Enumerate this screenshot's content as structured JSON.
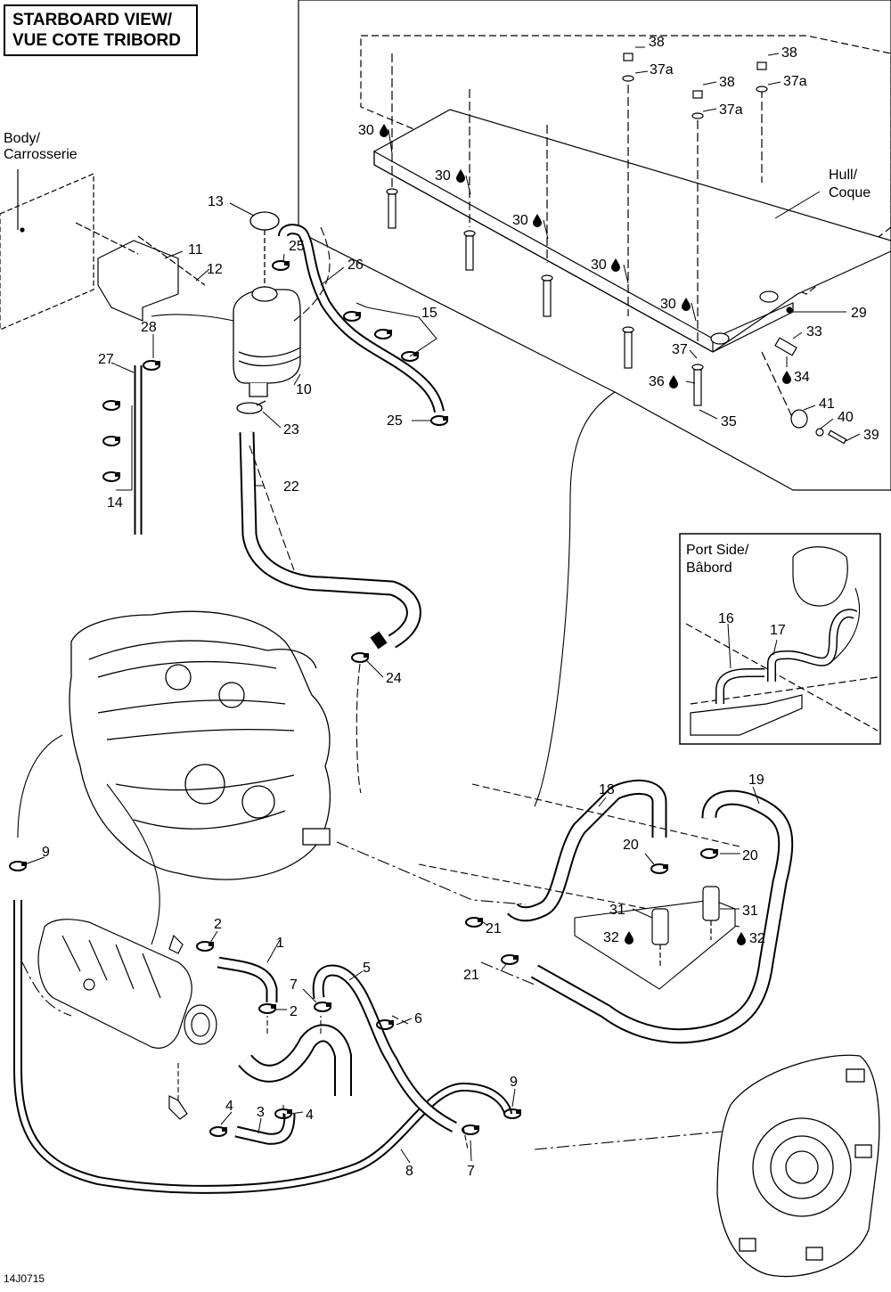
{
  "title": {
    "line1": "STARBOARD VIEW/",
    "line2": "VUE COTE TRIBORD"
  },
  "figure_code": "14J0715",
  "section_labels": {
    "body_line1": "Body/",
    "body_line2": "Carrosserie",
    "hull_line1": "Hull/",
    "hull_line2": "Coque",
    "port_line1": "Port Side/",
    "port_line2": "Bâbord"
  },
  "callouts": {
    "c38a": "38",
    "c38b": "38",
    "c38c": "38",
    "c37a_1": "37a",
    "c37a_2": "37a",
    "c37a_3": "37a",
    "c30_1": "30",
    "c30_2": "30",
    "c30_3": "30",
    "c30_4": "30",
    "c30_5": "30",
    "c29": "29",
    "c33": "33",
    "c34": "34",
    "c37": "37",
    "c36": "36",
    "c35": "35",
    "c41": "41",
    "c40": "40",
    "c39": "39",
    "c13": "13",
    "c25a": "25",
    "c25b": "25",
    "c26": "26",
    "c11": "11",
    "c12": "12",
    "c28": "28",
    "c27": "27",
    "c10": "10",
    "c15": "15",
    "c23": "23",
    "c22": "22",
    "c14": "14",
    "c24": "24",
    "c16": "16",
    "c17": "17",
    "c18": "18",
    "c19": "19",
    "c20a": "20",
    "c20b": "20",
    "c31a": "31",
    "c31b": "31",
    "c32a": "32",
    "c32b": "32",
    "c21a": "21",
    "c21b": "21",
    "c9a": "9",
    "c9b": "9",
    "c2a": "2",
    "c2b": "2",
    "c1": "1",
    "c7a": "7",
    "c7b": "7",
    "c5": "5",
    "c6": "6",
    "c4a": "4",
    "c4b": "4",
    "c3": "3",
    "c8": "8"
  },
  "icons": [
    "sealant-drop-icon"
  ]
}
